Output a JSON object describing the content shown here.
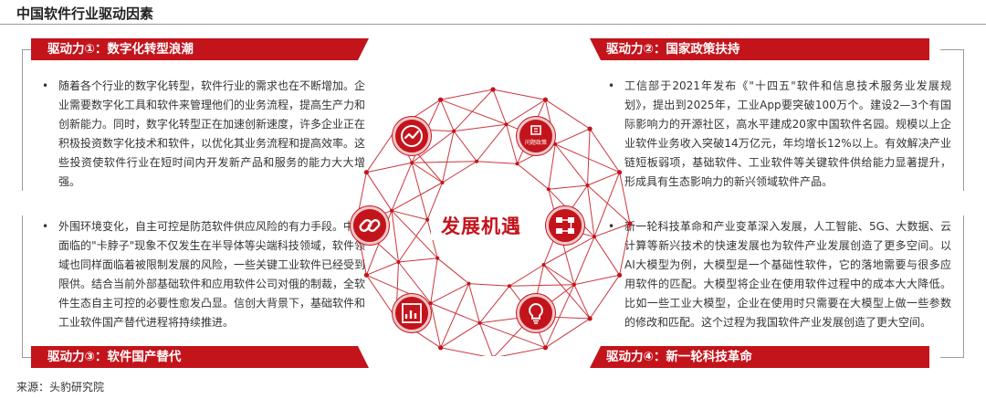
{
  "title": "中国软件行业驱动因素",
  "center_label": "发展机遇",
  "drivers": [
    {
      "label": "驱动力①：数字化转型浪潮",
      "paragraphs": [
        "随着各个行业的数字化转型，软件行业的需求也在不断增加。企业需要数字化工具和软件来管理他们的业务流程，提高生产力和创新能力。同时，数字化转型正在加速创新速度，许多企业正在积极投资数字化技术和软件，以优化其业务流程和提高效率。这些投资使软件行业在短时间内开发新产品和服务的能力大大增强。"
      ],
      "icon": "digital-transformation-icon"
    },
    {
      "label": "驱动力②：国家政策扶持",
      "paragraphs": [
        "工信部于2021年发布《\"十四五\"软件和信息技术服务业发展规划》，提出到2025年，工业App要突破100万个。建设2—3个有国际影响力的开源社区，高水平建成20家中国软件名园。规模以上企业软件业务收入突破14万亿元，年均增长12%以上。有效解决产业链短板弱项，基础软件、工业软件等关键软件供给能力显著提升，形成具有生态影响力的新兴领域软件产品。"
      ],
      "icon": "policy-icon",
      "icon_caption": "问题政策"
    },
    {
      "label": "驱动力③：软件国产替代",
      "paragraphs": [
        "外围环境变化，自主可控是防范软件供应风险的有力手段。中国面临的\"卡脖子\"现象不仅发生在半导体等尖端科技领域，软件领域也同样面临着被限制发展的风险，一些关键工业软件已经受到限供。结合当前外部基础软件和应用软件公司对俄的制裁，全软件生态自主可控的必要性愈发凸显。信创大背景下，基础软件和工业软件国产替代进程将持续推进。"
      ],
      "icon": "link-icon"
    },
    {
      "label": "驱动力④：新一轮科技革命",
      "paragraphs": [
        "新一轮科技革命和产业变革深入发展，人工智能、5G、大数据、云计算等新兴技术的快速发展也为软件产业发展创造了更多空间。以AI大模型为例，大模型是一个基础性软件，它的落地需要与很多应用软件的匹配。大模型将企业在使用软件过程中的成本大大降低。比如一些工业大模型，企业在使用时只需要在大模型上做一些参数的修改和匹配。这个过程为我国软件产业发展创造了更大空间。"
      ],
      "icon": "lightbulb-icon"
    }
  ],
  "flow_icon": "flow-icon",
  "chart_icon": "chart-icon",
  "source": "来源：头豹研究院",
  "colors": {
    "accent": "#c3141c",
    "accent_light": "#f1c7c9",
    "text": "#333333"
  }
}
